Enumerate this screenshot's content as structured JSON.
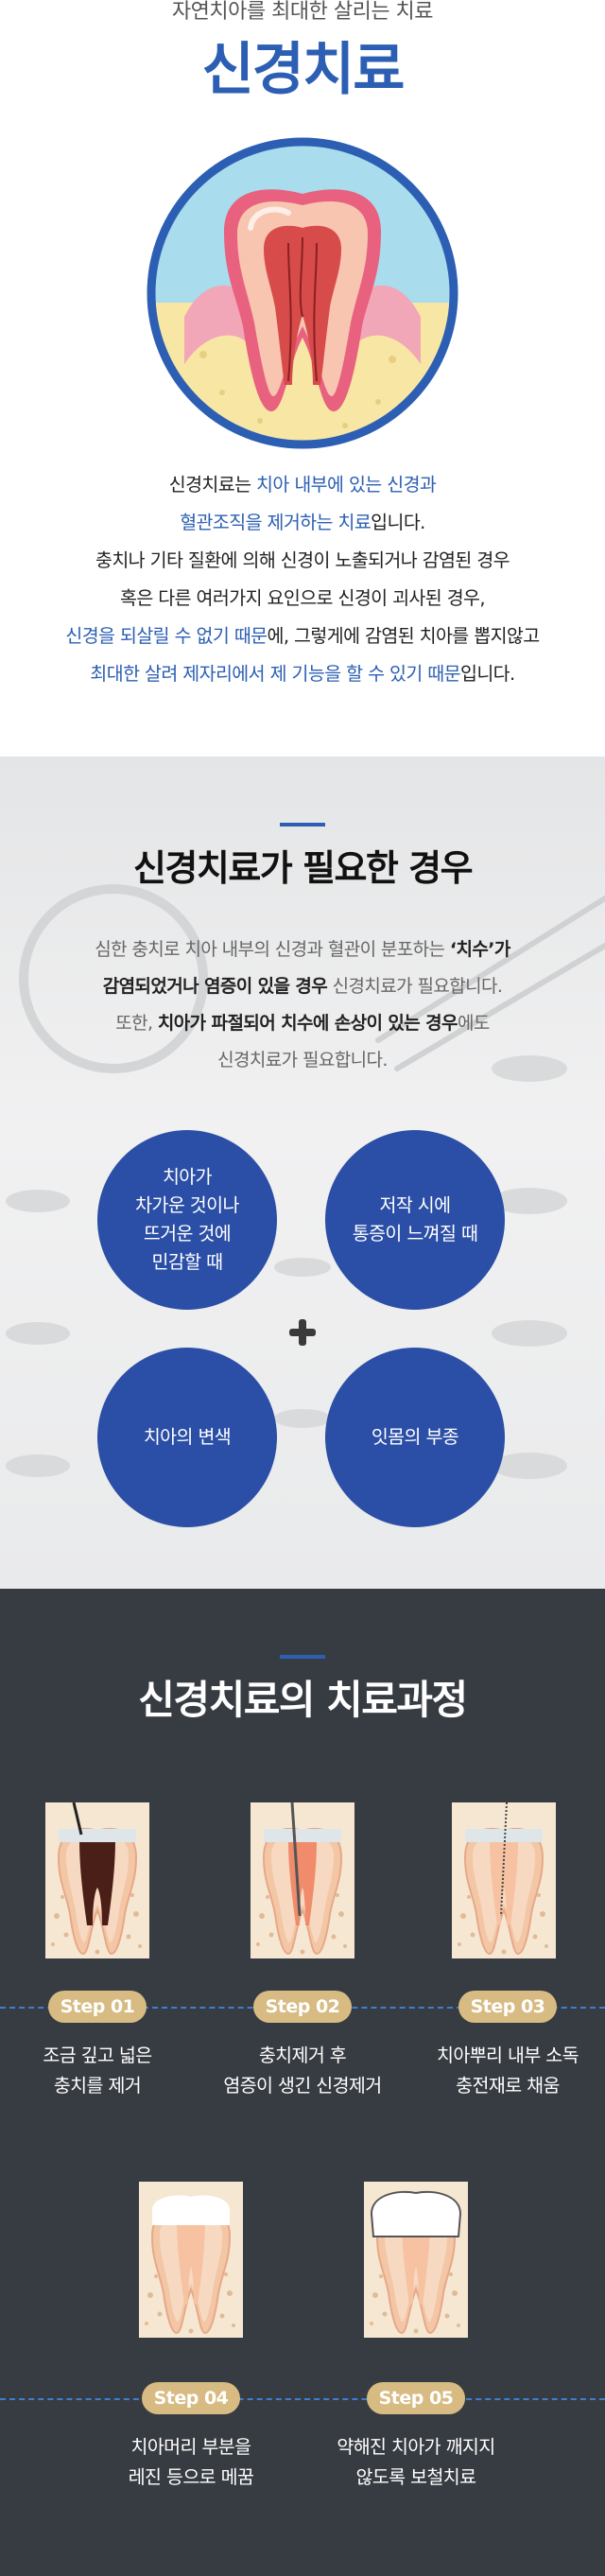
{
  "intro": {
    "eyebrow": "자연치아를 최대한 살리는 치료",
    "title": "신경치료",
    "desc": [
      [
        {
          "t": "신경치료는 "
        },
        {
          "t": "치아 내부에 있는 신경과",
          "hl": true
        }
      ],
      [
        {
          "t": "혈관조직을 제거하는 치료",
          "hl": true
        },
        {
          "t": "입니다."
        }
      ],
      [
        {
          "t": "충치나 기타 질환에 의해 신경이 노출되거나 감염된 경우"
        }
      ],
      [
        {
          "t": "혹은 다른 여러가지 요인으로 신경이 괴사된 경우,"
        }
      ],
      [
        {
          "t": "신경을 되살릴 수 없기 때문",
          "hl": true
        },
        {
          "t": "에, 그렇게에 감염된 치아를 뽑지않고"
        }
      ],
      [
        {
          "t": "최대한 살려 제자리에서 제 기능을 할 수 있기 때문",
          "hl": true
        },
        {
          "t": "입니다."
        }
      ]
    ]
  },
  "needs": {
    "heading": "신경치료가 필요한 경우",
    "body": [
      [
        {
          "t": "심한 충치로 치아 내부의 신경과 혈관이 분포하는 "
        },
        {
          "t": "‘치수’가",
          "b": true
        }
      ],
      [
        {
          "t": "감염되었거나 염증이 있을 경우",
          "b": true
        },
        {
          "t": " 신경치료가 필요합니다."
        }
      ],
      [
        {
          "t": "또한, "
        },
        {
          "t": "치아가 파절되어 치수에 손상이 있는 경우",
          "b": true
        },
        {
          "t": "에도"
        }
      ],
      [
        {
          "t": "신경치료가 필요합니다."
        }
      ]
    ],
    "cases": [
      [
        "치아가",
        "차가운 것이나",
        "뜨거운 것에",
        "민감할 때"
      ],
      [
        "저작 시에",
        "통증이 느껴질 때"
      ],
      [
        "치아의 변색"
      ],
      [
        "잇몸의 부종"
      ]
    ]
  },
  "process": {
    "heading": "신경치료의 치료과정",
    "steps": [
      {
        "label": "Step 01",
        "caption": [
          "조금 깊고 넓은",
          "충치를 제거"
        ]
      },
      {
        "label": "Step 02",
        "caption": [
          "충치제거 후",
          "염증이 생긴 신경제거"
        ]
      },
      {
        "label": "Step 03",
        "caption": [
          "치아뿌리 내부 소독",
          "충전재로 채움"
        ]
      },
      {
        "label": "Step 04",
        "caption": [
          "치아머리 부분을",
          "레진 등으로 메꿈"
        ]
      },
      {
        "label": "Step 05",
        "caption": [
          "약해진 치아가 깨지지",
          "않도록 보철치료"
        ]
      }
    ]
  },
  "colors": {
    "accent_blue": "#2c5fb3",
    "circle_blue": "#2b4ea6",
    "step_pill": "#d7bb82",
    "dark_bg": "#373c42"
  }
}
